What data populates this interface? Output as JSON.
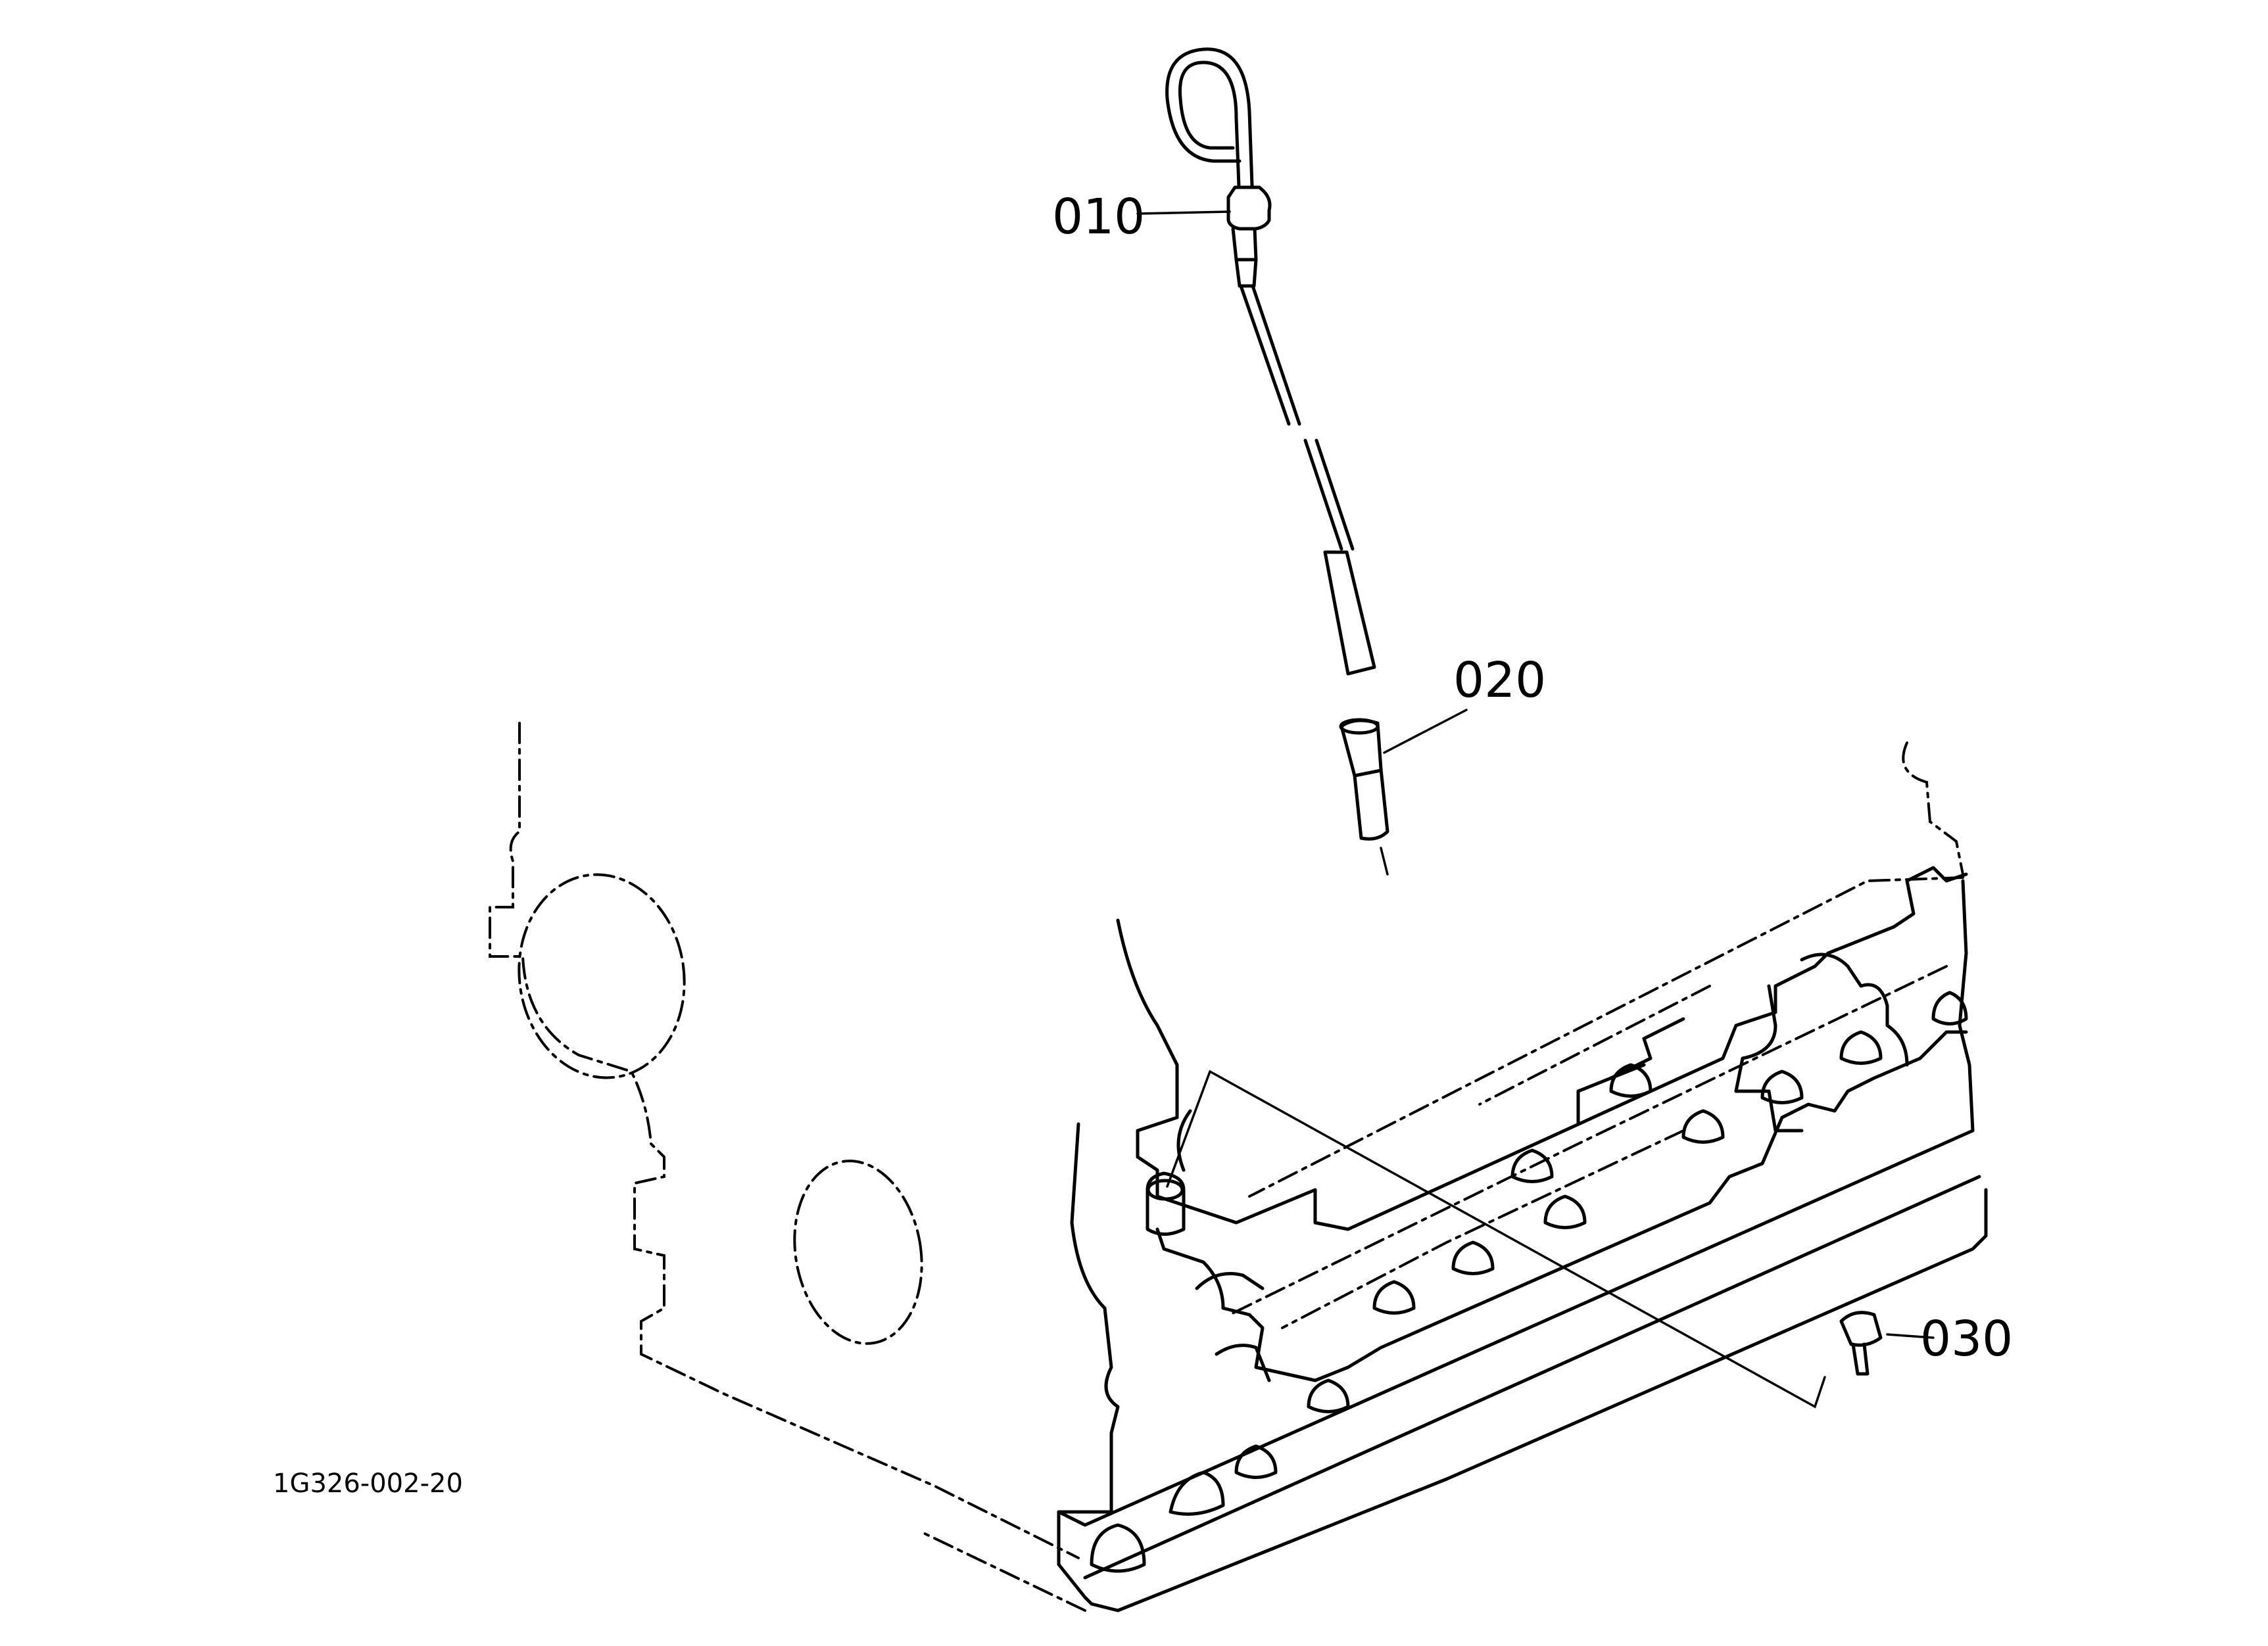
{
  "callouts": [
    {
      "id": "part-010",
      "label": "010"
    },
    {
      "id": "part-020",
      "label": "020"
    },
    {
      "id": "part-030",
      "label": "030"
    }
  ],
  "figure_id": "1G326-002-20"
}
